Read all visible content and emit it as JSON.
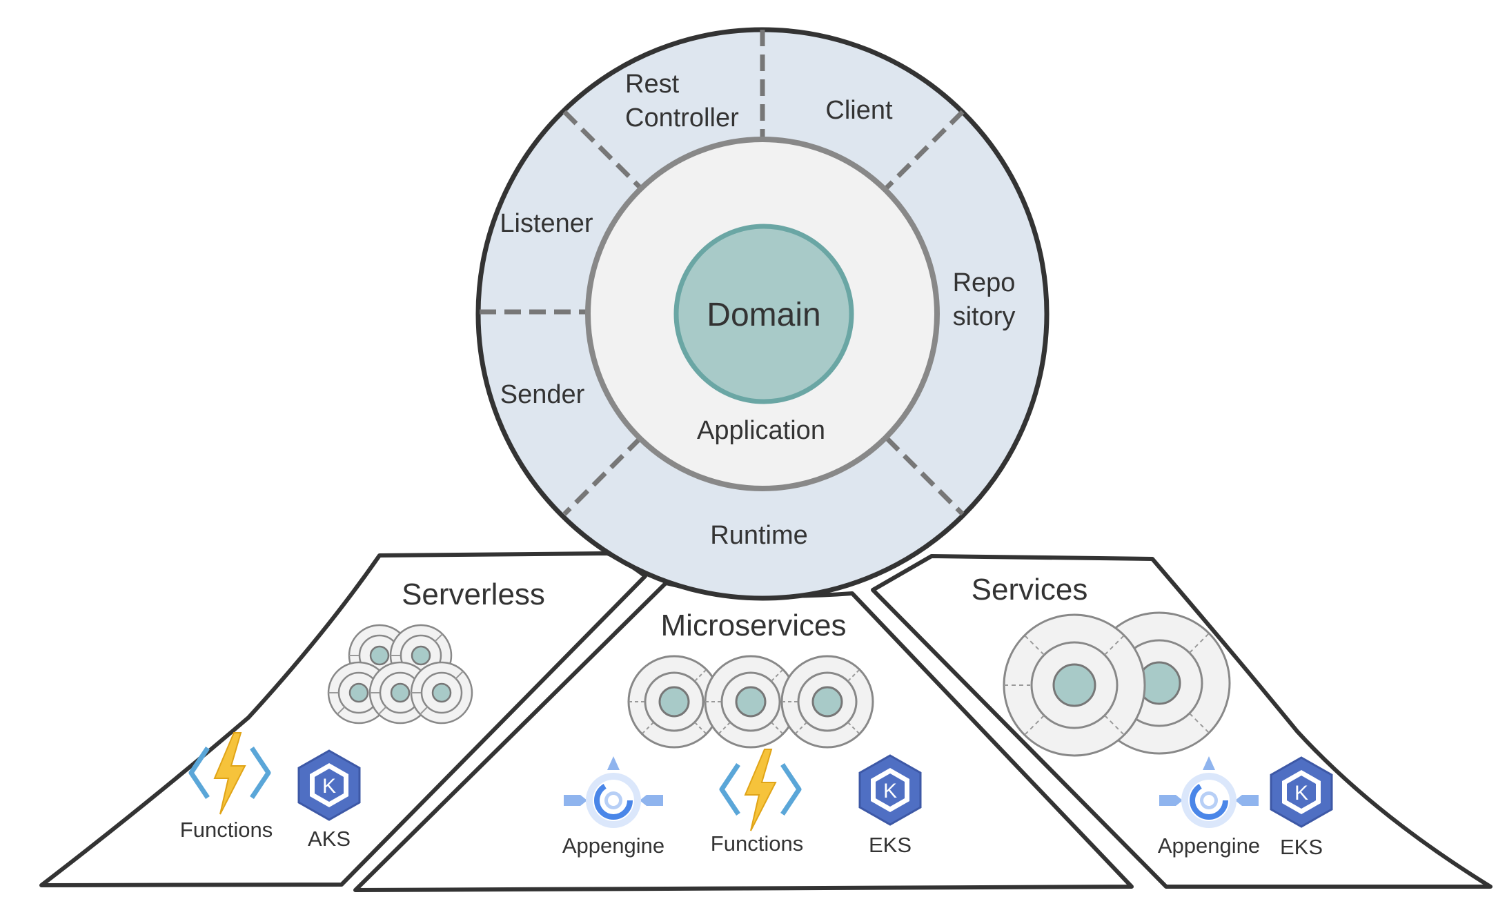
{
  "hexagon": {
    "domain": "Domain",
    "application": "Application",
    "adapters": {
      "rest_line1": "Rest",
      "rest_line2": "Controller",
      "client": "Client",
      "listener": "Listener",
      "repo_line1": "Repo",
      "repo_line2": "sitory",
      "sender": "Sender",
      "runtime": "Runtime"
    }
  },
  "platforms": {
    "serverless": {
      "title": "Serverless",
      "icons": [
        {
          "label": "Functions",
          "icon": "azure-functions-icon"
        },
        {
          "label": "AKS",
          "icon": "kubernetes-service-icon"
        }
      ]
    },
    "microservices": {
      "title": "Microservices",
      "icons": [
        {
          "label": "Appengine",
          "icon": "app-engine-icon"
        },
        {
          "label": "Functions",
          "icon": "azure-functions-icon"
        },
        {
          "label": "EKS",
          "icon": "kubernetes-service-icon"
        }
      ]
    },
    "services": {
      "title": "Services",
      "icons": [
        {
          "label": "Appengine",
          "icon": "app-engine-icon"
        },
        {
          "label": "EKS",
          "icon": "kubernetes-service-icon"
        }
      ]
    }
  },
  "colors": {
    "outer_ring": "#dee6ef",
    "inner_ring": "#f2f2f2",
    "domain_fill": "#a8cac8",
    "domain_stroke": "#6aa6a4",
    "outline": "#333333",
    "divider": "#777777",
    "bolt": "#f6c33b",
    "bracket": "#5aa6d8",
    "kube": "#4f6fc3",
    "gcp": "#8fb4ee"
  }
}
